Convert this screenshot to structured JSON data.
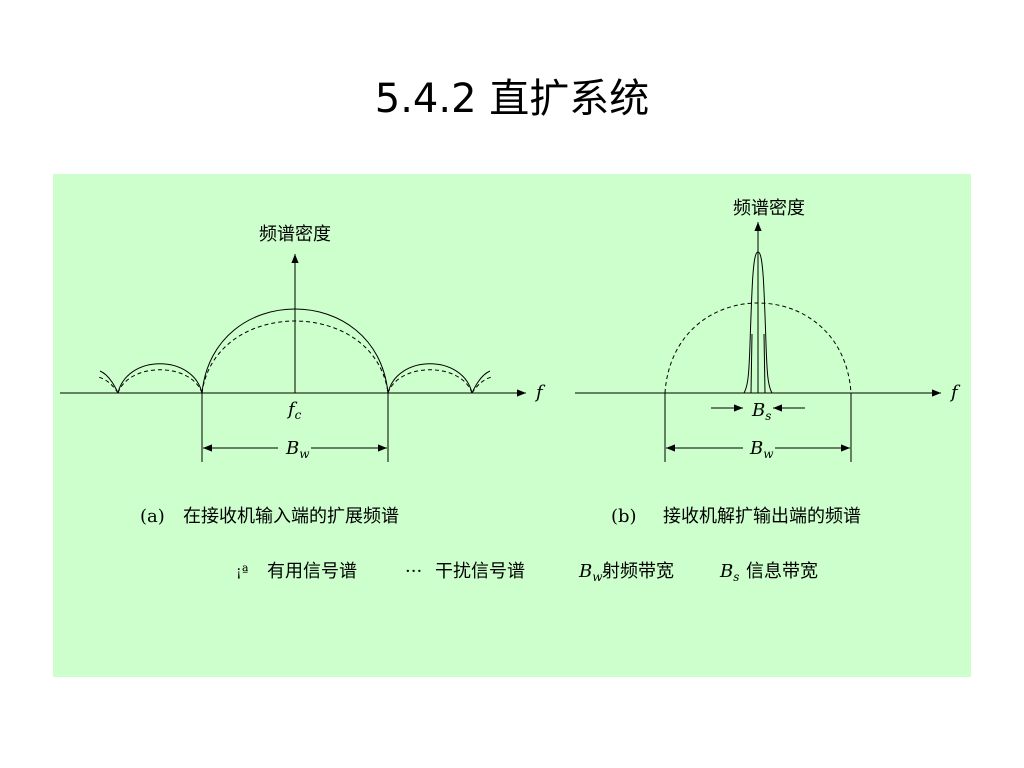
{
  "slide": {
    "title": "5.4.2 直扩系统"
  },
  "panel_a": {
    "y_axis_label": "频谱密度",
    "x_axis_label": "f",
    "center_label": "f",
    "center_sub": "c",
    "bandwidth_label": "B",
    "bandwidth_sub": "w",
    "caption_tag": "(a)",
    "caption_text": "在接收机输入端的扩展频谱"
  },
  "panel_b": {
    "y_axis_label": "频谱密度",
    "x_axis_label": "f",
    "signal_bw_label": "B",
    "signal_bw_sub": "s",
    "bandwidth_label": "B",
    "bandwidth_sub": "w",
    "caption_tag": "(b)",
    "caption_text": "接收机解扩输出端的频谱"
  },
  "legend": {
    "solid_marker": "¡ª",
    "solid_text": "有用信号谱",
    "dashed_marker": "···",
    "dashed_text": "干扰信号谱",
    "bw_symbol": "B",
    "bw_sub": "w",
    "bw_text": "射频带宽",
    "bs_symbol": "B",
    "bs_sub": "s",
    "bs_text": "信息带宽"
  }
}
